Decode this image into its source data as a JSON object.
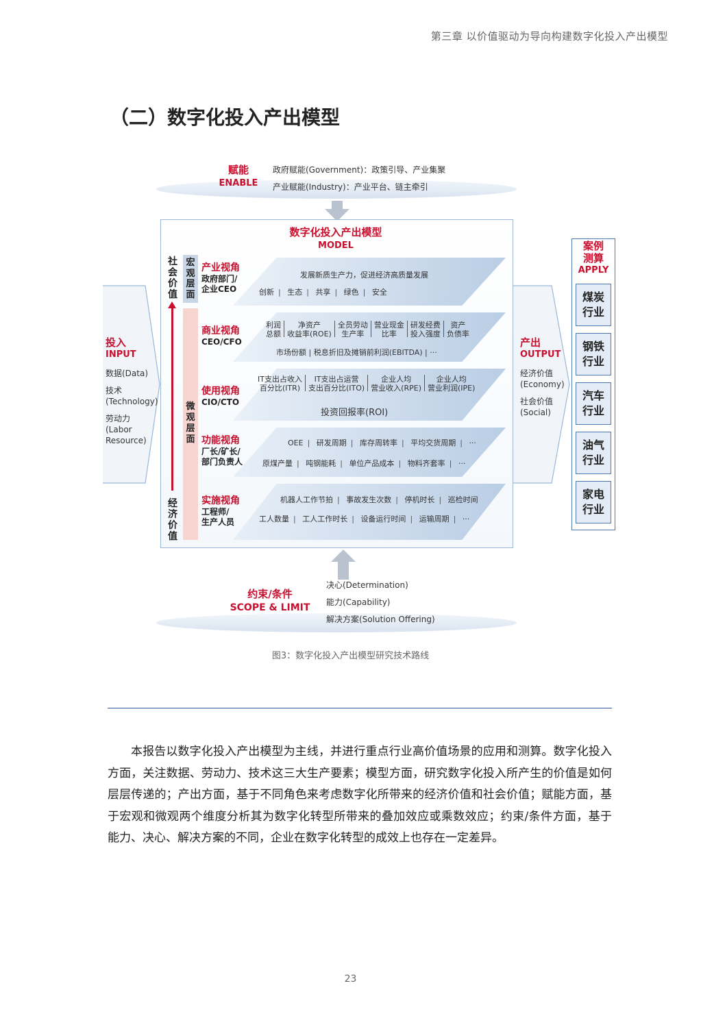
{
  "header": {
    "running_title": "第三章 以价值驱动为导向构建数字化投入产出模型"
  },
  "section_title": "（二）数字化投入产出模型",
  "figure": {
    "enable": {
      "title_cn": "赋能",
      "title_en": "ENABLE",
      "lines": [
        "政府赋能(Government)：政策引导、产业集聚",
        "产业赋能(Industry)：产业平台、链主牵引"
      ]
    },
    "model": {
      "title_cn": "数字化投入产出模型",
      "title_en": "MODEL"
    },
    "axis": {
      "social_value": "社会价值",
      "economic_value": "经济价值",
      "macro_level": "宏观层面",
      "micro_level": "微观层面"
    },
    "perspectives": [
      {
        "title": "产业视角",
        "roles": [
          "政府部门/",
          "企业CEO"
        ],
        "top_line": "发展新质生产力，促进经济高质量发展",
        "items": [
          "创新",
          "生态",
          "共享",
          "绿色",
          "安全"
        ]
      },
      {
        "title": "商业视角",
        "roles": [
          "CEO/CFO"
        ],
        "metrics": [
          [
            "利润",
            "总额"
          ],
          [
            "净资产",
            "收益率(ROE)"
          ],
          [
            "全员劳动",
            "生产率"
          ],
          [
            "营业现金",
            "比率"
          ],
          [
            "研发经费",
            "投入强度"
          ],
          [
            "资产",
            "负债率"
          ]
        ],
        "bottom_line": "市场份额 | 税息折旧及摊销前利润(EBITDA) | ···"
      },
      {
        "title": "使用视角",
        "roles": [
          "CIO/CTO"
        ],
        "metrics": [
          [
            "IT支出占收入",
            "百分比(ITR)"
          ],
          [
            "IT支出占运营",
            "支出百分比(ITO)"
          ],
          [
            "企业人均",
            "营业收入(RPE)"
          ],
          [
            "企业人均",
            "营业利润(IPE)"
          ]
        ],
        "bottom_line": "投资回报率(ROI)"
      },
      {
        "title": "功能视角",
        "roles": [
          "厂长/矿长/",
          "部门负责人"
        ],
        "line1": [
          "OEE",
          "研发周期",
          "库存周转率",
          "平均交货周期",
          "···"
        ],
        "line2": [
          "原煤产量",
          "吨钢能耗",
          "单位产品成本",
          "物料齐套率",
          "···"
        ]
      },
      {
        "title": "实施视角",
        "roles": [
          "工程师/",
          "生产人员"
        ],
        "line1": [
          "机器人工作节拍",
          "事故发生次数",
          "停机时长",
          "巡检时间"
        ],
        "line2": [
          "工人数量",
          "工人工作时长",
          "设备运行时间",
          "运输周期",
          "···"
        ]
      }
    ],
    "input": {
      "title_cn": "投入",
      "title_en": "INPUT",
      "items": [
        "数据(Data)",
        "技术",
        "(Technology)",
        "劳动力",
        "(Labor",
        "Resource)"
      ]
    },
    "output": {
      "title_cn": "产出",
      "title_en": "OUTPUT",
      "items": [
        "经济价值",
        "(Economy)",
        "社会价值",
        "(Social)"
      ]
    },
    "apply": {
      "title_line1": "案例",
      "title_line2": "测算",
      "title_en": "APPLY",
      "industries": [
        [
          "煤炭",
          "行业"
        ],
        [
          "钢铁",
          "行业"
        ],
        [
          "汽车",
          "行业"
        ],
        [
          "油气",
          "行业"
        ],
        [
          "家电",
          "行业"
        ]
      ]
    },
    "scope": {
      "title_cn": "约束/条件",
      "title_en": "SCOPE & LIMIT",
      "lines": [
        "决心(Determination)",
        "能力(Capability)",
        "解决方案(Solution Offering)"
      ]
    },
    "caption": "图3：数字化投入产出模型研究技术路线"
  },
  "body_paragraph": "本报告以数字化投入产出模型为主线，并进行重点行业高价值场景的应用和测算。数字化投入方面，关注数据、劳动力、技术这三大生产要素；模型方面，研究数字化投入所产生的价值是如何层层传递的；产出方面，基于不同角色来考虑数字化所带来的经济价值和社会价值；赋能方面，基于宏观和微观两个维度分析其为数字化转型所带来的叠加效应或乘数效应；约束/条件方面，基于能力、决心、解决方案的不同，企业在数字化转型的成效上也存在一定差异。",
  "page_number": "23",
  "colors": {
    "accent_red": "#c8102e",
    "accent_blue": "#4a78b0",
    "rule_blue": "#2d5a9a"
  }
}
